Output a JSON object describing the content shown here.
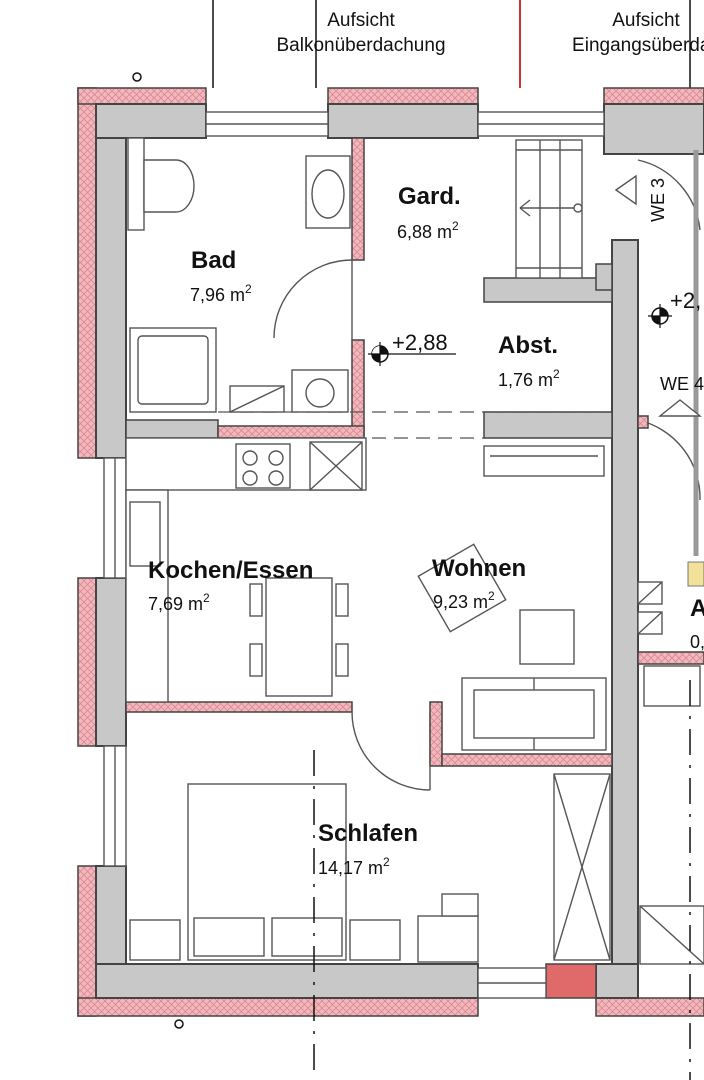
{
  "labels": {
    "top_left": [
      "Aufsicht",
      "Balkonüberdachung"
    ],
    "top_right": [
      "Aufsicht",
      "Eingangsüberdac"
    ]
  },
  "rooms": [
    {
      "name": "Bad",
      "area_value": "7,96 m",
      "unit_sup": "2"
    },
    {
      "name": "Gard.",
      "area_value": "6,88 m",
      "unit_sup": "2"
    },
    {
      "name": "Abst.",
      "area_value": "1,76 m",
      "unit_sup": "2"
    },
    {
      "name": "Kochen/Essen",
      "area_value": "7,69 m",
      "unit_sup": "2"
    },
    {
      "name": "Wohnen",
      "area_value": "9,23 m",
      "unit_sup": "2"
    },
    {
      "name": "Schlafen",
      "area_value": "14,17 m",
      "unit_sup": "2"
    }
  ],
  "elevations": [
    "+2,88",
    "+2,"
  ],
  "neighbors": [
    "WE 3",
    "WE 4",
    "A",
    "0,"
  ],
  "colors": {
    "wall_pink": "#f2b8bd",
    "wall_grey": "#c8c8c8",
    "chimney": "#e06a6a"
  }
}
